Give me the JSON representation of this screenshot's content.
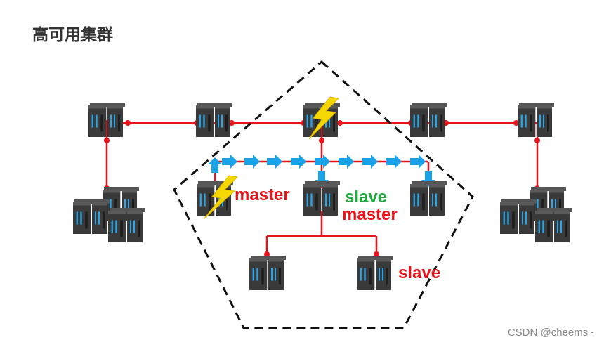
{
  "title": "高可用集群",
  "labels": {
    "master_left": "master",
    "slave_center": "slave",
    "master_center": "master",
    "slave_bottom": "slave"
  },
  "watermark": "CSDN @cheems~",
  "colors": {
    "line": "#e8141c",
    "node_dot": "#e8141c",
    "sync_arrow": "#1aa3e8",
    "master_text": "#e8141c",
    "slave_text_green": "#1daa3a",
    "slave_text_red": "#e8141c",
    "pentagon": "#111111",
    "server_body": "#3a3a3a",
    "server_led": "#2aa6e8",
    "lightning": "#f5d800"
  },
  "icons": [
    "server-icon",
    "server-cluster-icon",
    "lightning-icon",
    "arrow-icon"
  ]
}
